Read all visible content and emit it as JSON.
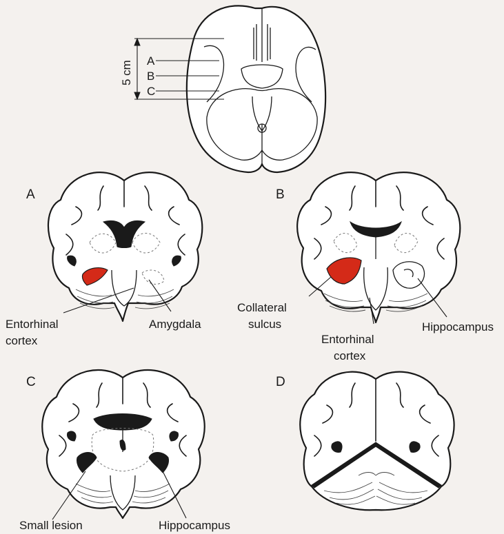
{
  "top_view": {
    "scale": "5 cm",
    "section_letters": [
      "A",
      "B",
      "C"
    ]
  },
  "panels": [
    {
      "letter": "A"
    },
    {
      "letter": "B"
    },
    {
      "letter": "C"
    },
    {
      "letter": "D"
    }
  ],
  "labels": {
    "a_entorhinal_line1": "Entorhinal",
    "a_entorhinal_line2": "cortex",
    "a_amygdala": "Amygdala",
    "b_collateral_line1": "Collateral",
    "b_collateral_line2": "sulcus",
    "b_entorhinal_line1": "Entorhinal",
    "b_entorhinal_line2": "cortex",
    "b_hippocampus": "Hippocampus",
    "c_small_lesion": "Small lesion",
    "c_hippocampus": "Hippocampus"
  },
  "colors": {
    "lesion": "#d42a18",
    "outline": "#1a1a1a",
    "paper": "#f4f1ee"
  }
}
